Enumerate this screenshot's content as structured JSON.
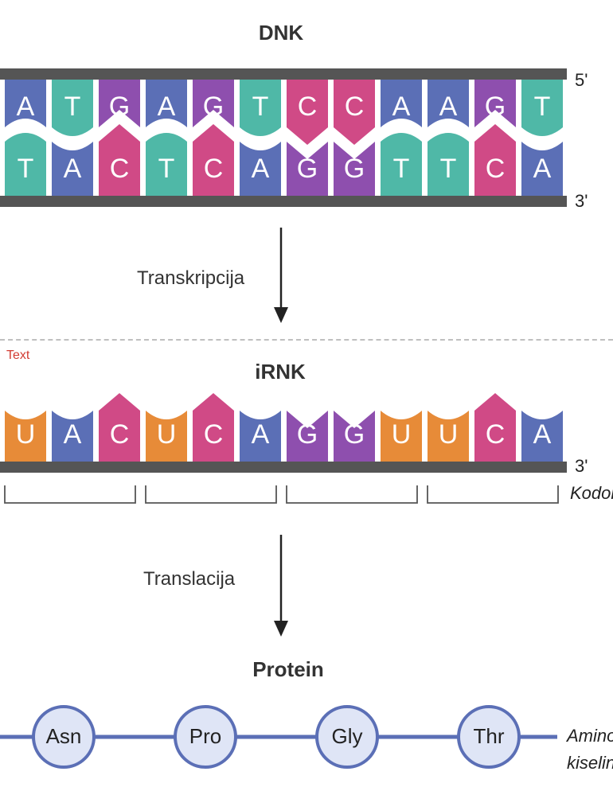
{
  "dna": {
    "title": "DNK",
    "top_strand": [
      "A",
      "T",
      "G",
      "A",
      "G",
      "T",
      "C",
      "C",
      "A",
      "A",
      "G",
      "T"
    ],
    "bottom_strand": [
      "T",
      "A",
      "C",
      "T",
      "C",
      "A",
      "G",
      "G",
      "T",
      "T",
      "C",
      "A"
    ],
    "end_top": "5'",
    "end_bottom": "3'"
  },
  "transcription": {
    "label": "Transkripcija"
  },
  "placeholder_text": "Text",
  "mrna": {
    "title": "iRNK",
    "strand": [
      "U",
      "A",
      "C",
      "U",
      "C",
      "A",
      "G",
      "G",
      "U",
      "U",
      "C",
      "A"
    ],
    "end": "3'",
    "codon_label": "Kodon"
  },
  "translation": {
    "label": "Translacija"
  },
  "protein": {
    "title": "Protein",
    "amino_acids": [
      "Asn",
      "Pro",
      "Gly",
      "Thr"
    ],
    "side_label_line1": "Amino",
    "side_label_line2": "kiseline"
  },
  "colors": {
    "A": "#5b6fb6",
    "T": "#4fb8a7",
    "G": "#8e4fae",
    "C": "#d04a86",
    "U": "#e78b38",
    "rail": "#555555",
    "chain": "#5b6fb6",
    "bead_fill": "#dfe5f6"
  }
}
